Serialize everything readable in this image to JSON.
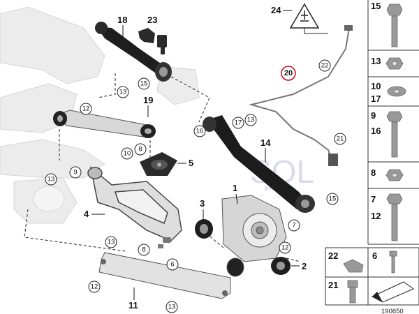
{
  "diagram_id": "190650",
  "watermark": {
    "main": "SOL",
    "sub": "Smile On Line"
  },
  "callouts": {
    "c15": "15",
    "c13a": "13",
    "c12a": "12",
    "c19": "19",
    "c18": "18",
    "c23": "23",
    "c10": "10",
    "c8a": "8",
    "c5": "5",
    "c9": "9",
    "c13b": "13",
    "c4": "4",
    "c24": "24",
    "c20": "20",
    "c22": "22",
    "c16": "16",
    "c17": "17",
    "c13c": "13",
    "c14": "14",
    "c21": "21",
    "c1": "1",
    "c15b": "15",
    "c3": "3",
    "c7": "7",
    "c12b": "12",
    "c2": "2",
    "c8b": "8",
    "c6": "6",
    "c13d": "13",
    "c12c": "12",
    "c11": "11",
    "c13e": "13"
  },
  "side_panel": {
    "r1": "15",
    "r2": "13",
    "r3a": "10",
    "r3b": "17",
    "r4a": "9",
    "r4b": "16",
    "r5": "8",
    "r6a": "7",
    "r6b": "12",
    "b1": "22",
    "b2": "6",
    "b3": "21"
  },
  "colors": {
    "part": "#1a1a1a",
    "chassis": "#e8e8e8",
    "highlight": "#d0021b",
    "panel_line": "#333333"
  }
}
